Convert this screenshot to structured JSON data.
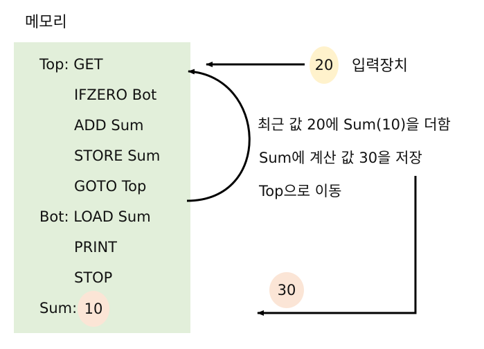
{
  "memory": {
    "title": "메모리",
    "lines": [
      {
        "label": "Top:",
        "instr": "GET"
      },
      {
        "label": "",
        "instr": "IFZERO Bot"
      },
      {
        "label": "",
        "instr": "ADD Sum"
      },
      {
        "label": "",
        "instr": "STORE Sum"
      },
      {
        "label": "",
        "instr": "GOTO Top"
      },
      {
        "label": "Bot:",
        "instr": "LOAD Sum"
      },
      {
        "label": "",
        "instr": "PRINT"
      },
      {
        "label": "",
        "instr": "STOP"
      },
      {
        "label": "Sum:",
        "instr": ""
      }
    ],
    "sum_value": "10"
  },
  "input": {
    "value": "20",
    "device_label": "입력장치"
  },
  "steps": [
    "최근 값 20에 Sum(10)을 더함",
    "Sum에 계산 값 30을 저장",
    "Top으로 이동"
  ],
  "output": {
    "value": "30"
  },
  "colors": {
    "memory_bg": "#e2efda",
    "input_bubble": "#fff2cc",
    "value_bubble": "#fbe5d6",
    "stroke": "#000000"
  }
}
